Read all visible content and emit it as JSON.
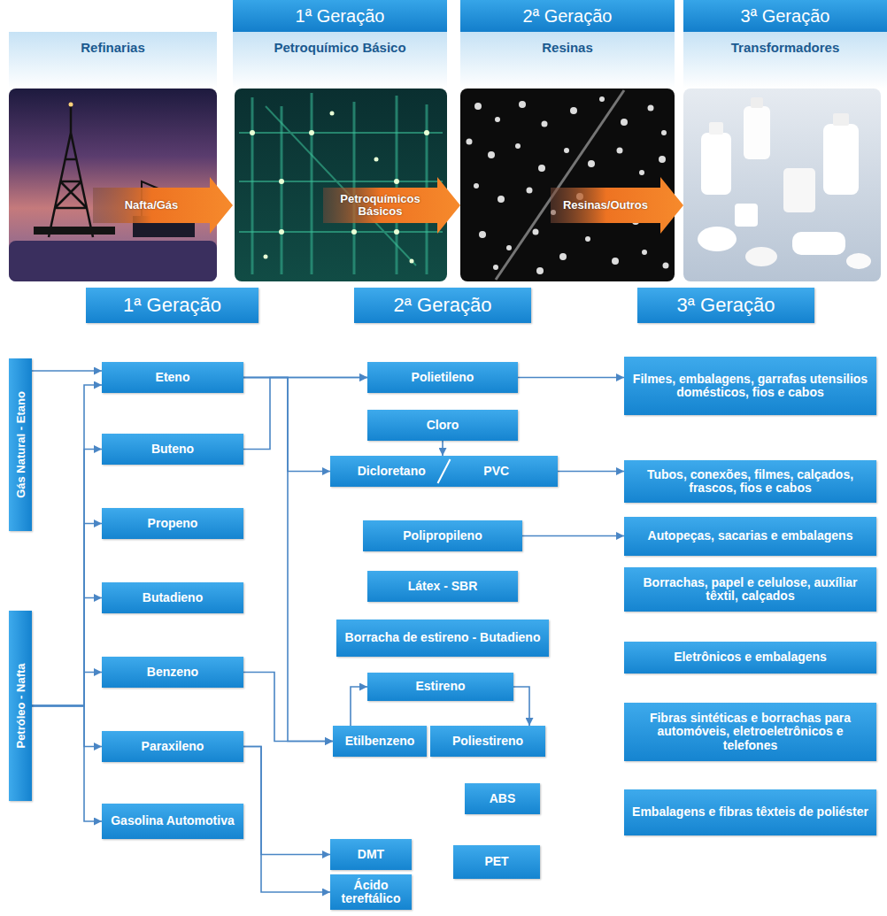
{
  "diagram": {
    "nodes": [
      {
        "text": [
          "Refinarias"
        ]
      },
      {
        "text": [
          "1ª Geração",
          "Petroquímico Básico"
        ]
      },
      {
        "text": [
          "2ª Geração",
          "Resinas"
        ]
      },
      {
        "text": [
          "3ª Geração",
          "Transformadores"
        ]
      },
      {
        "text": [
          "1ª Geração"
        ]
      },
      {
        "text": [
          "2ª Geração"
        ]
      },
      {
        "text": [
          "3ª Geração"
        ]
      },
      {
        "text": [
          "Gás Natural - Etano"
        ]
      },
      {
        "text": [
          "Eteno"
        ]
      },
      {
        "text": [
          "Polietileno"
        ]
      },
      {
        "text": [
          "Filmes, embalagens, garrafas utensilios domésticos, fios e cabos"
        ]
      },
      {
        "text": [
          "Cloro"
        ]
      },
      {
        "text": [
          "Buteno"
        ]
      },
      {
        "text": [
          "Dicloretano",
          "PVC"
        ]
      },
      {
        "text": [
          "Tubos, conexões, filmes, calçados, frascos, fios e cabos"
        ]
      },
      {
        "text": [
          "Propeno"
        ]
      },
      {
        "text": [
          "Polipropileno"
        ]
      },
      {
        "text": [
          "Autopeças, sacarias e embalagens"
        ]
      },
      {
        "text": [
          "Butadieno"
        ]
      },
      {
        "text": [
          "Látex - SBR"
        ]
      },
      {
        "text": [
          "Borrachas, papel e celulose, auxíliar têxtil, calçados"
        ]
      },
      {
        "text": [
          "Borracha de estireno - Butadieno"
        ]
      },
      {
        "text": [
          "Petróleo - Nafta"
        ]
      },
      {
        "text": [
          "Eletrônicos e embalagens"
        ]
      },
      {
        "text": [
          "Benzeno"
        ]
      },
      {
        "text": [
          "Estireno"
        ]
      },
      {
        "text": [
          "Fibras sintéticas e borrachas para automóveis, eletroeletrônicos e telefones"
        ]
      },
      {
        "text": [
          "Etilbenzeno"
        ]
      },
      {
        "text": [
          "Poliestireno"
        ]
      },
      {
        "text": [
          "Paraxileno"
        ]
      },
      {
        "text": [
          "ABS"
        ]
      },
      {
        "text": [
          "Embalagens e fibras têxteis de poliéster"
        ]
      },
      {
        "text": [
          "Gasolina Automotiva"
        ]
      },
      {
        "text": [
          "DMT"
        ]
      },
      {
        "text": [
          "PET"
        ]
      },
      {
        "text": [
          "Ácido tereftálico"
        ]
      }
    ],
    "edges": [
      {
        "from": 0,
        "to": 1,
        "label": "Nafta/Gás",
        "arrow": "to"
      },
      {
        "from": 1,
        "to": 2,
        "label": "Petroquímicos Básicos",
        "arrow": "to"
      },
      {
        "from": 2,
        "to": 3,
        "label": "Resinas/Outros",
        "arrow": "to"
      },
      {
        "from": 7,
        "to": 8,
        "arrow": "to"
      },
      {
        "from": 22,
        "to": 8,
        "arrow": "to"
      },
      {
        "from": 22,
        "to": 12,
        "arrow": "to"
      },
      {
        "from": 22,
        "to": 15,
        "arrow": "to"
      },
      {
        "from": 22,
        "to": 18,
        "arrow": "to"
      },
      {
        "from": 22,
        "to": 24,
        "arrow": "to"
      },
      {
        "from": 22,
        "to": 29,
        "arrow": "to"
      },
      {
        "from": 22,
        "to": 32,
        "arrow": "to"
      },
      {
        "from": 8,
        "to": 9,
        "arrow": "to"
      },
      {
        "from": 12,
        "to": 9,
        "arrow": "to"
      },
      {
        "from": 8,
        "to": 13,
        "arrow": "to"
      },
      {
        "from": 11,
        "to": 13,
        "arrow": "to"
      },
      {
        "from": 8,
        "to": 27,
        "arrow": "to"
      },
      {
        "from": 24,
        "to": 27,
        "arrow": "to"
      },
      {
        "from": 27,
        "to": 25,
        "arrow": "to"
      },
      {
        "from": 25,
        "to": 28,
        "arrow": "to"
      },
      {
        "from": 29,
        "to": 33,
        "arrow": "to"
      },
      {
        "from": 29,
        "to": 35,
        "arrow": "to"
      },
      {
        "from": 9,
        "to": 10,
        "arrow": "to"
      },
      {
        "from": 13,
        "to": 14,
        "arrow": "to"
      },
      {
        "from": 16,
        "to": 17,
        "arrow": "to"
      }
    ]
  }
}
